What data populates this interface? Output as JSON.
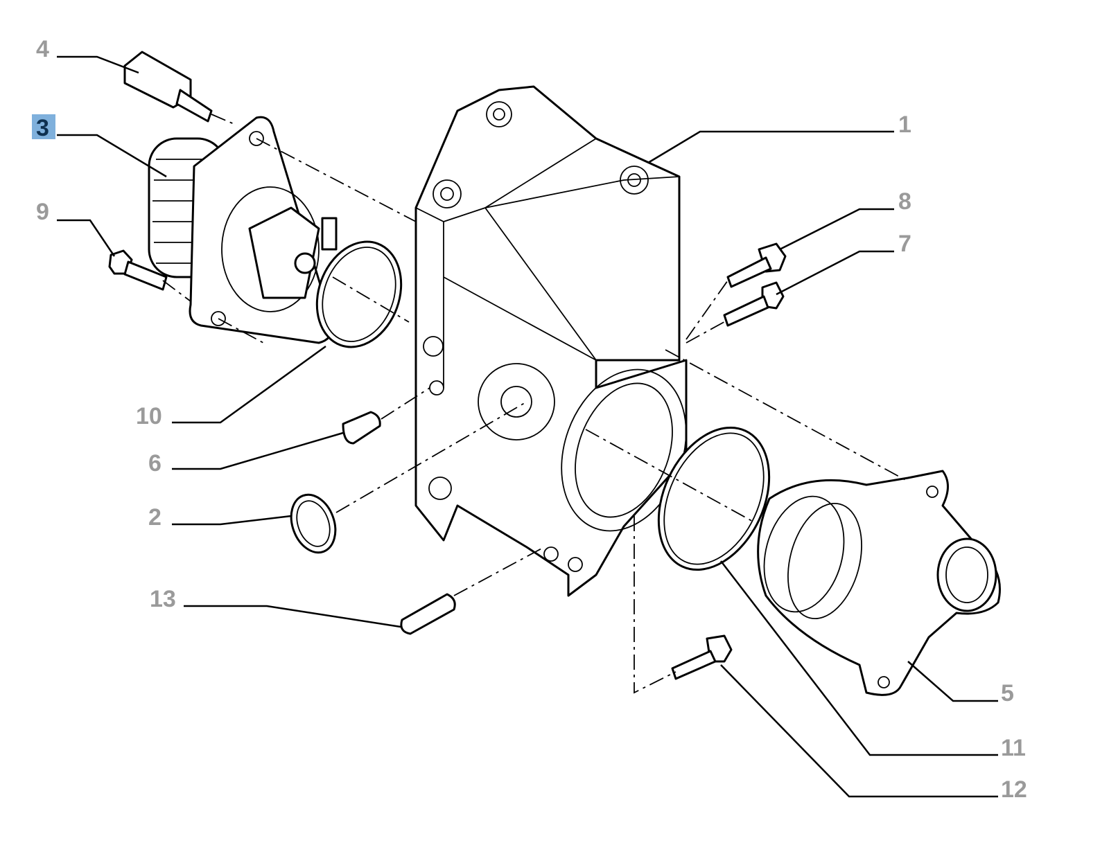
{
  "diagram": {
    "selected_callout": "3",
    "highlight_color": "#7fb0dc",
    "callouts": {
      "c1": "1",
      "c2": "2",
      "c3": "3",
      "c4": "4",
      "c5": "5",
      "c6": "6",
      "c7": "7",
      "c8": "8",
      "c9": "9",
      "c10": "10",
      "c11": "11",
      "c12": "12",
      "c13": "13"
    }
  }
}
